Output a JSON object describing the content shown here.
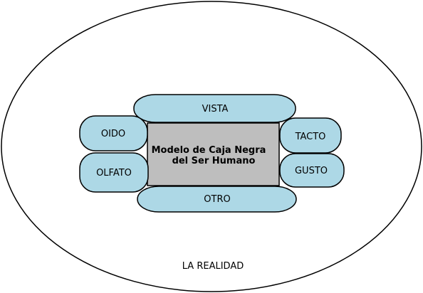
{
  "diagram": {
    "outer_label": "LA REALIDAD",
    "center_label_line1": "Modelo de Caja Negra",
    "center_label_line2": "del Ser Humano",
    "senses": {
      "vista": "VISTA",
      "oido": "OIDO",
      "olfato": "OLFATO",
      "tacto": "TACTO",
      "gusto": "GUSTO",
      "otro": "OTRO"
    },
    "colors": {
      "sense_fill": "#add8e6",
      "center_fill": "#bebebe",
      "stroke": "#000000",
      "background": "#ffffff"
    }
  }
}
